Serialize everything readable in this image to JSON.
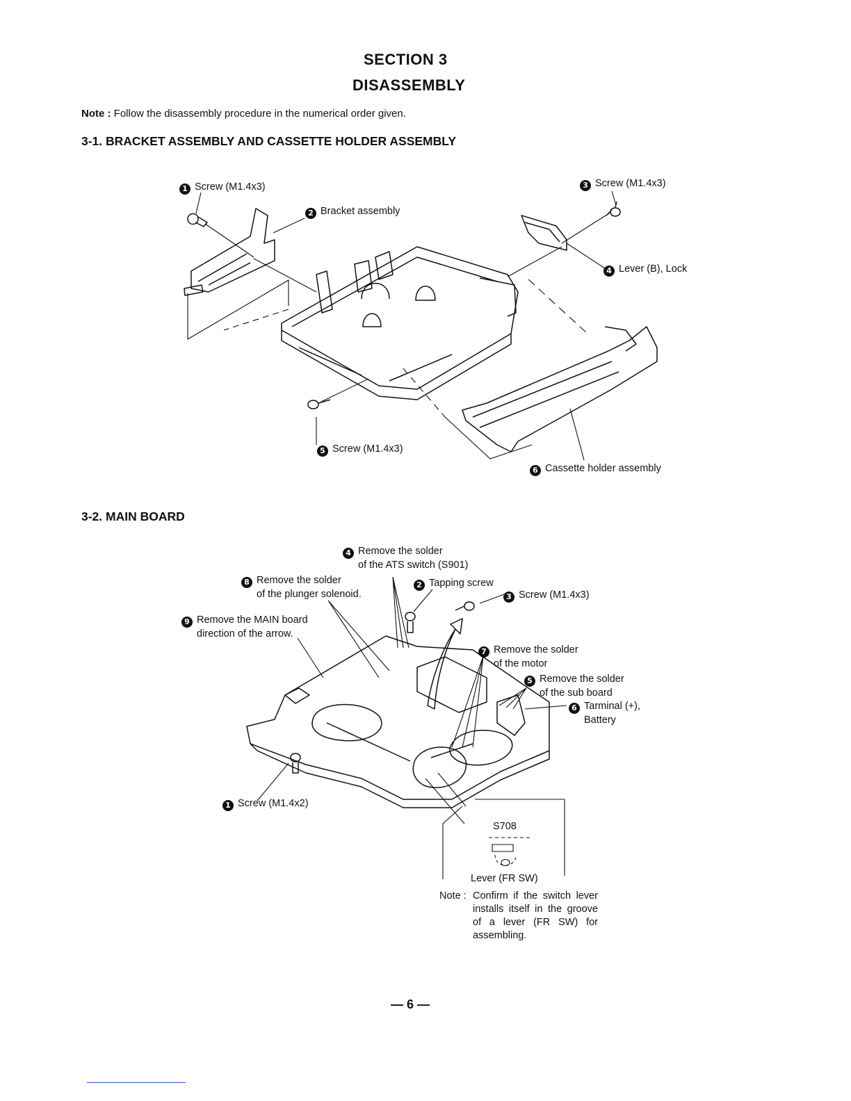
{
  "section": {
    "number": "SECTION 3",
    "title": "DISASSEMBLY"
  },
  "note": {
    "prefix": "Note :",
    "text": "Follow the disassembly procedure in the numerical order given."
  },
  "s1": {
    "heading": "3-1. BRACKET ASSEMBLY AND CASSETTE HOLDER ASSEMBLY",
    "labels": [
      {
        "n": "1",
        "text": "Screw (M1.4x3)"
      },
      {
        "n": "2",
        "text": "Bracket assembly"
      },
      {
        "n": "3",
        "text": "Screw (M1.4x3)"
      },
      {
        "n": "4",
        "text": "Lever (B), Lock"
      },
      {
        "n": "5",
        "text": "Screw (M1.4x3)"
      },
      {
        "n": "6",
        "text": "Cassette holder assembly"
      }
    ]
  },
  "s2": {
    "heading": "3-2. MAIN BOARD",
    "labels": [
      {
        "n": "4",
        "line1": "Remove the solder",
        "line2": "of the ATS switch (S901)"
      },
      {
        "n": "8",
        "line1": "Remove the solder",
        "line2": "of the plunger solenoid."
      },
      {
        "n": "2",
        "line1": "Tapping screw"
      },
      {
        "n": "3",
        "line1": "Screw (M1.4x3)"
      },
      {
        "n": "9",
        "line1": "Remove the MAIN board",
        "line2": "direction of the arrow."
      },
      {
        "n": "7",
        "line1": "Remove the solder",
        "line2": "of the motor"
      },
      {
        "n": "5",
        "line1": "Remove the solder",
        "line2": "of the sub board"
      },
      {
        "n": "6",
        "line1": "Tarminal (+),",
        "line2": "Battery"
      },
      {
        "n": "1",
        "line1": "Screw (M1.4x2)"
      }
    ],
    "inset": {
      "switch": "S708",
      "lever": "Lever (FR SW)"
    },
    "note": {
      "prefix": "Note :",
      "text": "Confirm if the switch lever installs itself in the groove of a lever (FR SW) for assembling."
    }
  },
  "page": {
    "number": "— 6 —"
  }
}
